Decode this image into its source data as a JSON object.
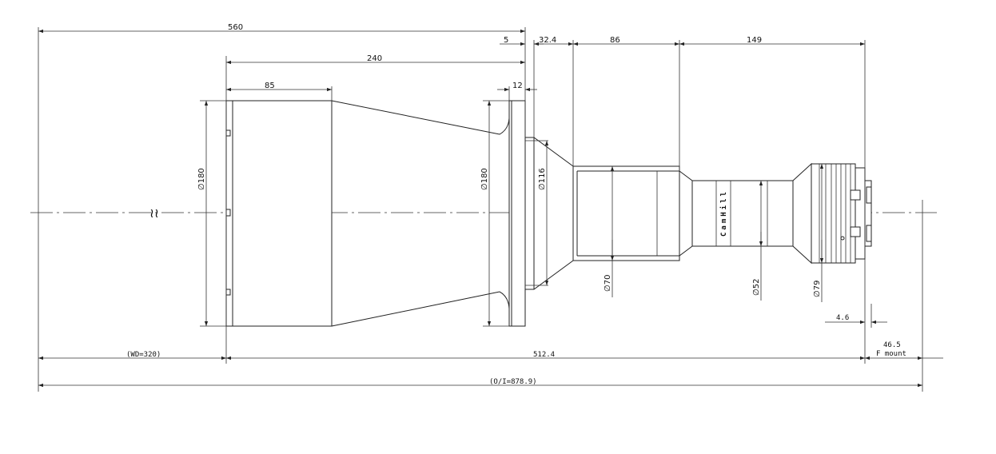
{
  "dimensions": {
    "overall_length_top": "560",
    "flange_offset": "5",
    "seg_a": "32.4",
    "seg_b": "86",
    "seg_c": "149",
    "front_length": "240",
    "front_barrel": "85",
    "flange_thickness": "12",
    "wd": "(WD=320)",
    "body_length": "512.4",
    "oi": "(O/I=878.9)",
    "flange_back": "4.6",
    "back_focus": "46.5",
    "mount": "F mount"
  },
  "diameters": {
    "front": "∅180",
    "flange": "∅180",
    "neck": "∅116",
    "barrel": "∅70",
    "rear": "∅52",
    "ring": "∅79"
  },
  "labels": {
    "brand": "CamHill",
    "break_mark": "≀≀"
  },
  "colors": {
    "line": "#222222",
    "background": "#ffffff"
  }
}
